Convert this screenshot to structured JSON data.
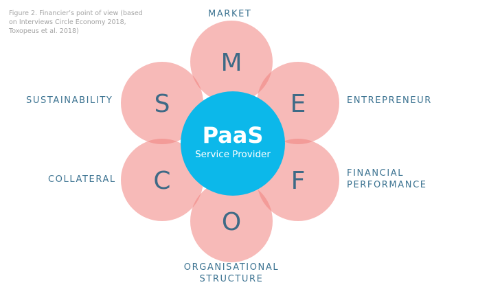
{
  "caption": [
    "Figure 2. Financier’s point of view (based",
    "on Interviews Circle Economy 2018,",
    "Toxopeus et al. 2018)"
  ],
  "center": {
    "title": "PaaS",
    "subtitle": "Service Provider"
  },
  "petals": [
    {
      "letter": "M",
      "label": [
        "MARKET"
      ]
    },
    {
      "letter": "E",
      "label": [
        "ENTREPRENEUR"
      ]
    },
    {
      "letter": "F",
      "label": [
        "FINANCIAL",
        "PERFORMANCE"
      ]
    },
    {
      "letter": "O",
      "label": [
        "ORGANISATIONAL",
        "STRUCTURE"
      ]
    },
    {
      "letter": "C",
      "label": [
        "COLLATERAL"
      ]
    },
    {
      "letter": "S",
      "label": [
        "SUSTAINABILITY"
      ]
    }
  ],
  "colors": {
    "petal": "#f0827d",
    "center": "#0cb8ea",
    "letter": "#3e6a86",
    "label": "#3c7391"
  }
}
